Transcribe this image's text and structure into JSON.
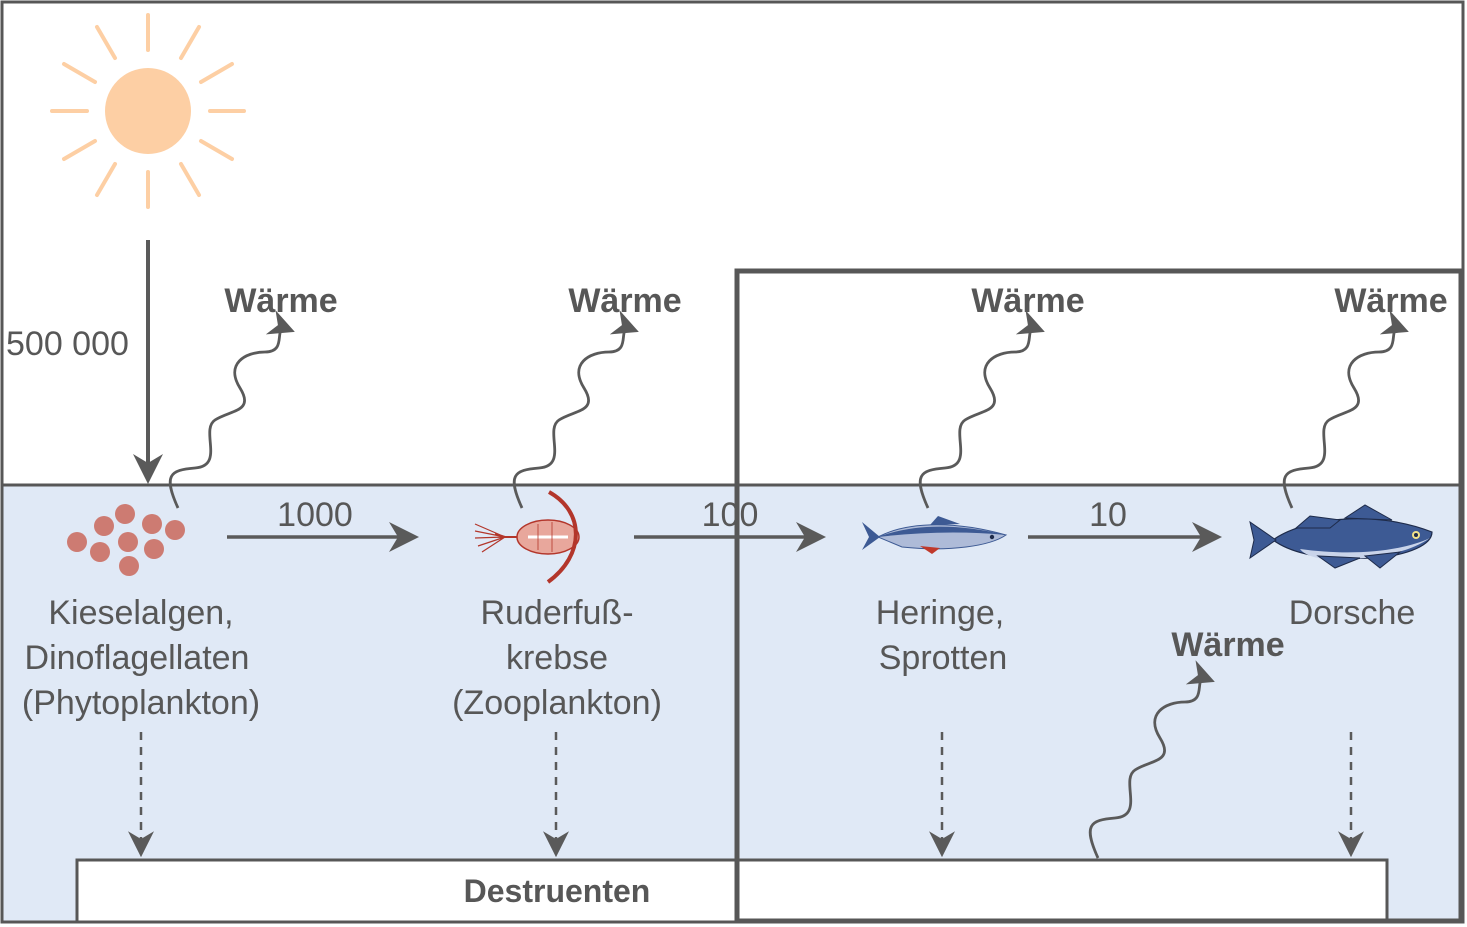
{
  "sun": {
    "icon": "sun-icon",
    "energy_input": "500 000"
  },
  "heat_label": "Wärme",
  "transfers": {
    "phyto_to_zoo": "1000",
    "zoo_to_herring": "100",
    "herring_to_cod": "10"
  },
  "organisms": {
    "phytoplankton": {
      "line1": "Kieselalgen,",
      "line2": "Dinoflagellaten",
      "line3": "(Phytoplankton)",
      "icon": "algae-cells-icon"
    },
    "zooplankton": {
      "line1": "Ruderfuß-",
      "line2": "krebse",
      "line3": "(Zooplankton)",
      "icon": "copepod-icon"
    },
    "herring": {
      "line1": "Heringe,",
      "line2": "Sprotten",
      "icon": "herring-icon"
    },
    "cod": {
      "line1": "Dorsche",
      "icon": "cod-icon"
    }
  },
  "decomposers": {
    "label": "Destruenten"
  },
  "colors": {
    "water": "#e0e9f6",
    "frame": "#575757",
    "arrow": "#5a5a5a",
    "sun": "#fdcfa4",
    "algae": "#cd7b72",
    "copepod": "#b3362b",
    "fish": "#3d5a94"
  }
}
